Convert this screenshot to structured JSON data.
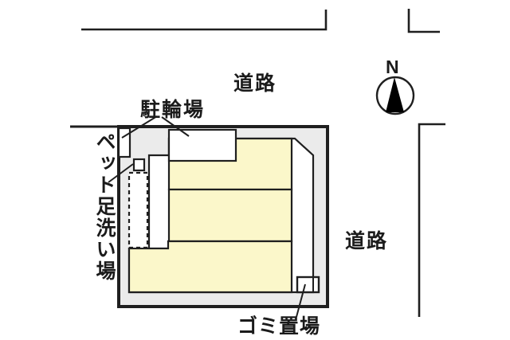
{
  "labels": {
    "road_top": "道路",
    "road_right": "道路",
    "bicycle_parking": "駐輪場",
    "pet_foot_washing": "ペット足洗い場",
    "garbage_place": "ゴミ置場",
    "compass_north": "N"
  },
  "colors": {
    "background": "#ffffff",
    "plot_fill": "#ebebeb",
    "building_fill": "#fbf7ca",
    "shape_fill": "#ffffff",
    "line": "#1f1f1f"
  }
}
